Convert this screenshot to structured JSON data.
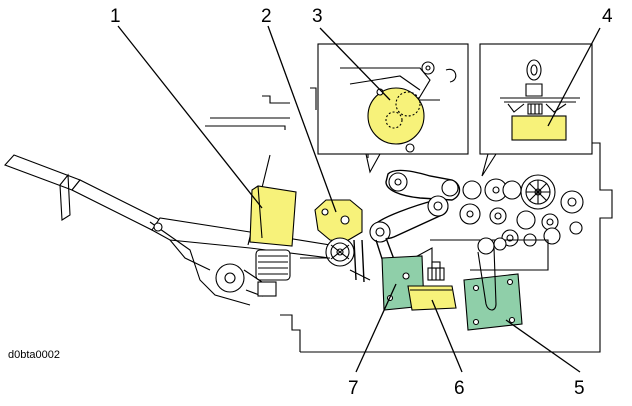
{
  "diagram": {
    "figure_code": "d0bta0002",
    "callouts": [
      {
        "label": "1"
      },
      {
        "label": "2"
      },
      {
        "label": "3"
      },
      {
        "label": "4"
      },
      {
        "label": "5"
      },
      {
        "label": "6"
      },
      {
        "label": "7"
      }
    ],
    "colors": {
      "highlight_yellow": "#f7f27a",
      "highlight_green": "#8fcfa9",
      "line": "#000000",
      "background": "#ffffff"
    }
  }
}
